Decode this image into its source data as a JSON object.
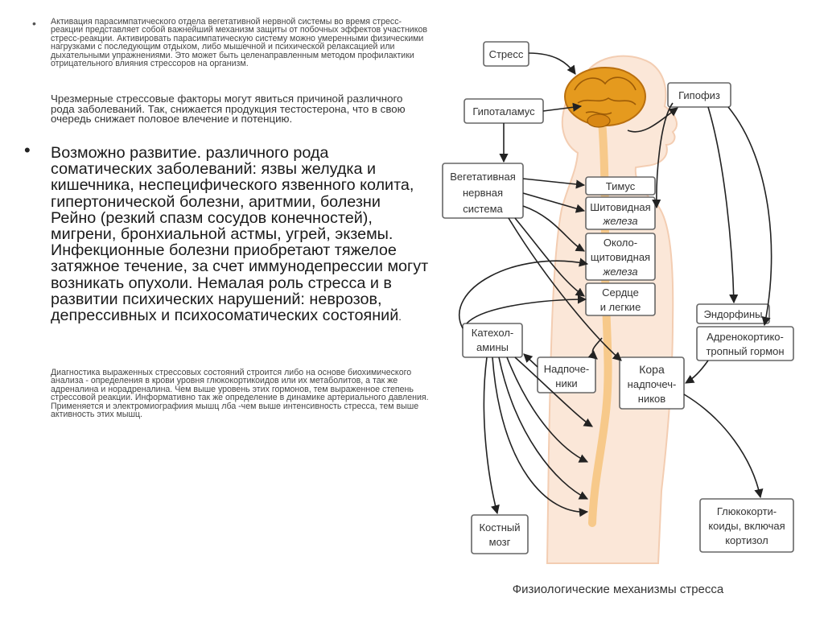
{
  "text": {
    "p1": "Активация парасимпатического отдела вегетативной нервной системы во время стресс-реакции представляет собой важнейший механизм защиты от побочных эффектов участников стресс-реакции. Активировать парасимпатическую систему можно умеренными физическими нагрузками с последующим отдыхом, либо мышечной и психической релаксацией или дыхательными упражнениями. Это может быть целенаправленным методом профилактики отрицательного влияния стрессоров на организм.",
    "p2": "Чрезмерные стрессовые факторы могут явиться причиной различного рода заболеваний. Так, снижается продукция тестостерона, что в свою очередь снижает половое влечение и потенцию.",
    "p3": "Возможно развитие. различного рода соматических заболеваний: язвы желудка и кишечника, неспецифического язвенного колита, гипертонической болезни, аритмии, болезни Рейно (резкий спазм сосудов конечностей), мигрени, бронхиальной астмы, угрей, экземы. Инфекционные болезни приобретают тяжелое затяжное течение, за счет иммунодепрессии могут возникать опухоли. Немалая роль стресса и в развитии психических нарушений: неврозов, депрессивных и психосоматических состояний",
    "p3_end": ".",
    "p4": "Диагностика выраженных стрессовых состояний строится либо на основе биохимического анализа - определения в крови уровня глюкокортикоидов или их метаболитов, а так же адреналина и норадреналина. Чем выше уровень этих гормонов, тем выраженное степень стрессовой реакции. Информативно так же определение в динамике артериального давления. Применяется и электромиографиия мышц лба -чем выше интенсивность стресса, тем выше активность этих мышц.",
    "bullet": "•"
  },
  "diagram": {
    "caption": "Физиологические механизмы стресса",
    "labels": {
      "stress": "Стресс",
      "hypothalamus": "Гипоталамус",
      "pituitary": "Гипофиз",
      "autonomic": [
        "Вегетативная",
        "нервная",
        "система"
      ],
      "thymus": "Тимус",
      "thyroid": [
        "Шитовидная",
        "железа"
      ],
      "parathyroid": [
        "Около-",
        "щитовидная",
        "железа"
      ],
      "heart_lungs": [
        "Сердце",
        "и легкие"
      ],
      "endorphins": "Эндорфины",
      "acth": [
        "Адренокортико-",
        "тропный гормон"
      ],
      "catecholamines": [
        "Катехол-",
        "амины"
      ],
      "adrenal": [
        "Надпоче-",
        "ники"
      ],
      "adrenal_cortex": [
        "Кора",
        "надпочеч-",
        "ников"
      ],
      "bone_marrow": [
        "Костный",
        "мозг"
      ],
      "glucocorticoids": [
        "Глюкокорти-",
        "коиды, включая",
        "кортизол"
      ]
    }
  },
  "colors": {
    "body_fill": "#fbe7d8",
    "brain": "#e59a1e",
    "spine": "#f7c98a",
    "box_border": "#666666",
    "arrow": "#222222"
  }
}
